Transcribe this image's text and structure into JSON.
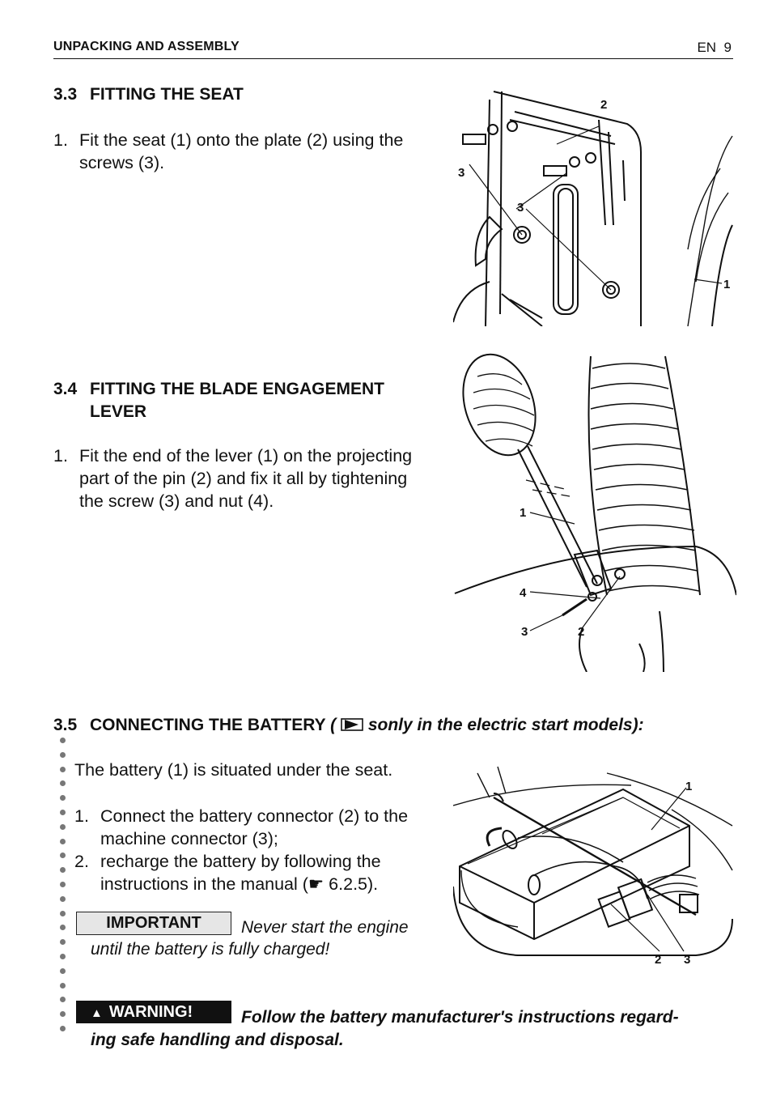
{
  "header": {
    "section": "UNPACKING AND ASSEMBLY",
    "page": "EN  9"
  },
  "s33": {
    "number": "3.3",
    "title": "FITTING THE SEAT",
    "step_num": "1.",
    "step_line1": "Fit the seat (1) onto the plate (2) using the",
    "step_line2": "screws (3).",
    "callouts": [
      "2",
      "3",
      "3",
      "1"
    ]
  },
  "s34": {
    "number": "3.4",
    "title_line1": "FITTING THE BLADE ENGAGEMENT",
    "title_line2": "LEVER",
    "step_num": "1.",
    "step_line1": "Fit the end of the lever (1) on the projecting",
    "step_line2": "part of the pin (2) and fix it all by tightening",
    "step_line3": "the screw (3) and nut (4).",
    "callouts": [
      "1",
      "4",
      "3",
      "2"
    ]
  },
  "s35": {
    "number": "3.5",
    "title": "CONNECTING THE BATTERY",
    "title_open": "(",
    "title_suffix": "sonly in the electric start models):",
    "intro": "The battery (1) is situated under the seat.",
    "step1_num": "1.",
    "step1_line1": "Connect the battery connector (2) to the",
    "step1_line2": "machine connector (3);",
    "step2_num": "2.",
    "step2_line1": "recharge the battery by following the",
    "step2_line2": "instructions in the manual (☛ 6.2.5).",
    "important_label": "IMPORTANT",
    "important_line1": "Never start the engine",
    "important_line2": "until the battery is fully charged!",
    "warning_label": "WARNING!",
    "warning_icon": "warning-triangle-icon",
    "warning_line1": "Follow the battery manufacturer's instructions regard-",
    "warning_line2": "ing safe handling and disposal.",
    "callouts": [
      "1",
      "2",
      "3"
    ]
  }
}
